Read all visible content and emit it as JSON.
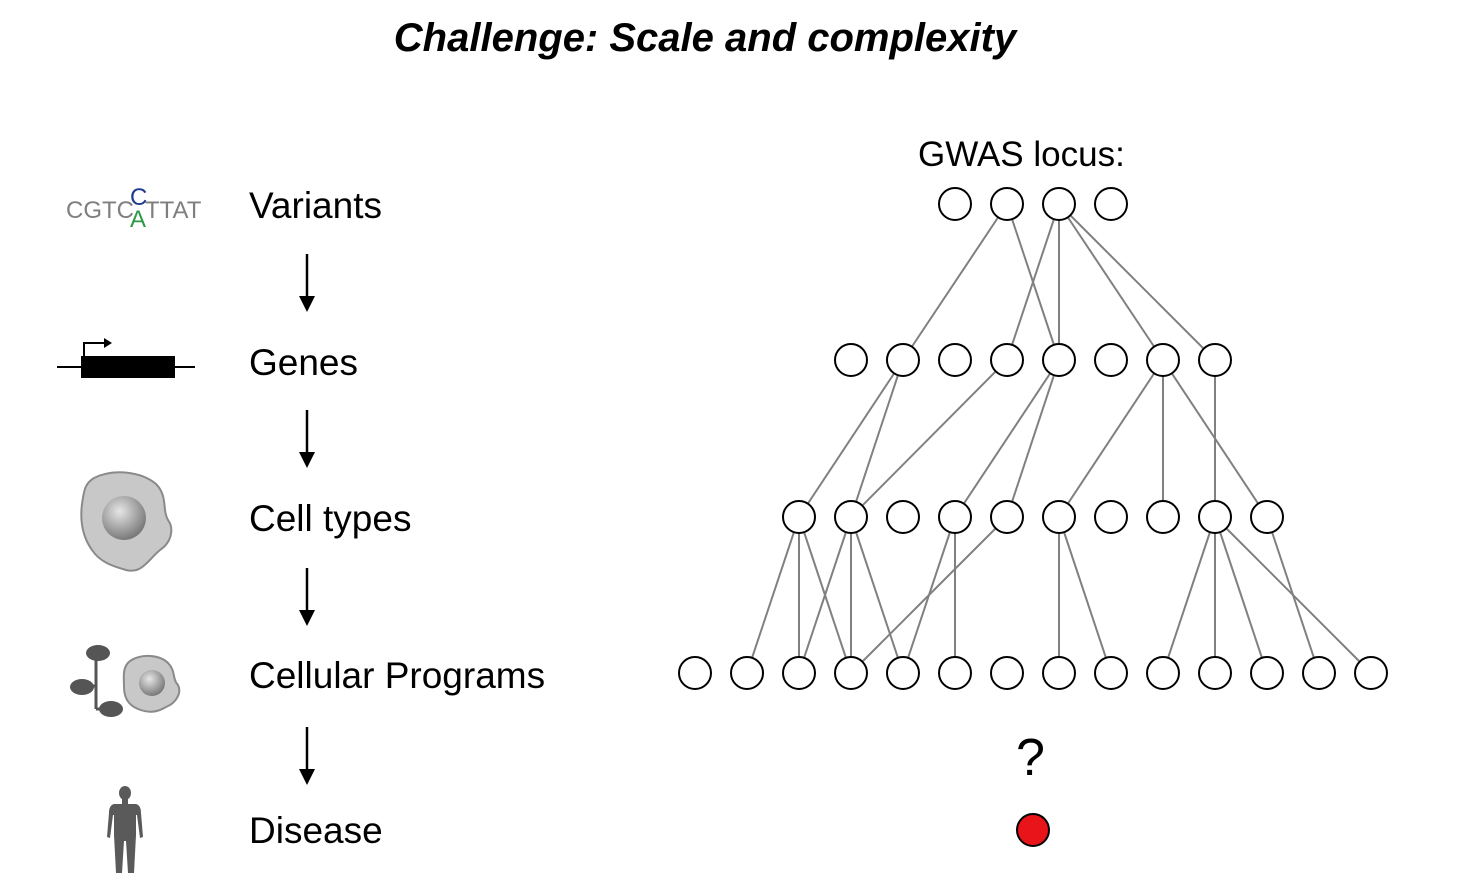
{
  "title": "Challenge: Scale and complexity",
  "steps": [
    {
      "label": "Variants",
      "icon": "dna-variant-icon"
    },
    {
      "label": "Genes",
      "icon": "gene-icon"
    },
    {
      "label": "Cell types",
      "icon": "cell-icon"
    },
    {
      "label": "Cellular Programs",
      "icon": "cellular-program-icon"
    },
    {
      "label": "Disease",
      "icon": "human-figure-icon"
    }
  ],
  "variant_icon": {
    "left": "CGTC",
    "top_base": "C",
    "bottom_base": "A",
    "right": "TTAT"
  },
  "network": {
    "label": "GWAS locus:",
    "question": "?",
    "layers": [
      4,
      8,
      10,
      14
    ],
    "edges": [
      [
        [
          0,
          1
        ],
        [
          1,
          1
        ]
      ],
      [
        [
          0,
          1
        ],
        [
          1,
          4
        ]
      ],
      [
        [
          0,
          2
        ],
        [
          1,
          3
        ]
      ],
      [
        [
          0,
          2
        ],
        [
          1,
          4
        ]
      ],
      [
        [
          0,
          2
        ],
        [
          1,
          6
        ]
      ],
      [
        [
          0,
          2
        ],
        [
          1,
          7
        ]
      ],
      [
        [
          1,
          1
        ],
        [
          2,
          0
        ]
      ],
      [
        [
          1,
          1
        ],
        [
          2,
          1
        ]
      ],
      [
        [
          1,
          3
        ],
        [
          2,
          1
        ]
      ],
      [
        [
          1,
          4
        ],
        [
          2,
          3
        ]
      ],
      [
        [
          1,
          4
        ],
        [
          2,
          4
        ]
      ],
      [
        [
          1,
          6
        ],
        [
          2,
          5
        ]
      ],
      [
        [
          1,
          6
        ],
        [
          2,
          7
        ]
      ],
      [
        [
          1,
          6
        ],
        [
          2,
          9
        ]
      ],
      [
        [
          1,
          7
        ],
        [
          2,
          8
        ]
      ],
      [
        [
          2,
          0
        ],
        [
          3,
          1
        ]
      ],
      [
        [
          2,
          0
        ],
        [
          3,
          2
        ]
      ],
      [
        [
          2,
          0
        ],
        [
          3,
          3
        ]
      ],
      [
        [
          2,
          1
        ],
        [
          3,
          2
        ]
      ],
      [
        [
          2,
          1
        ],
        [
          3,
          3
        ]
      ],
      [
        [
          2,
          1
        ],
        [
          3,
          4
        ]
      ],
      [
        [
          2,
          3
        ],
        [
          3,
          4
        ]
      ],
      [
        [
          2,
          3
        ],
        [
          3,
          5
        ]
      ],
      [
        [
          2,
          4
        ],
        [
          3,
          3
        ]
      ],
      [
        [
          2,
          5
        ],
        [
          3,
          7
        ]
      ],
      [
        [
          2,
          5
        ],
        [
          3,
          8
        ]
      ],
      [
        [
          2,
          8
        ],
        [
          3,
          9
        ]
      ],
      [
        [
          2,
          8
        ],
        [
          3,
          10
        ]
      ],
      [
        [
          2,
          8
        ],
        [
          3,
          11
        ]
      ],
      [
        [
          2,
          8
        ],
        [
          3,
          13
        ]
      ],
      [
        [
          2,
          9
        ],
        [
          3,
          12
        ]
      ]
    ],
    "disease_node_color": "#e8141a",
    "node_fill": "#ffffff",
    "edge_color": "#808080"
  },
  "colors": {
    "variant_text": "#7f7f7f",
    "variant_c": "#1f3b8c",
    "variant_a": "#2e9a48",
    "cell_fill": "#c8c8c8",
    "icon_dark": "#555555"
  }
}
